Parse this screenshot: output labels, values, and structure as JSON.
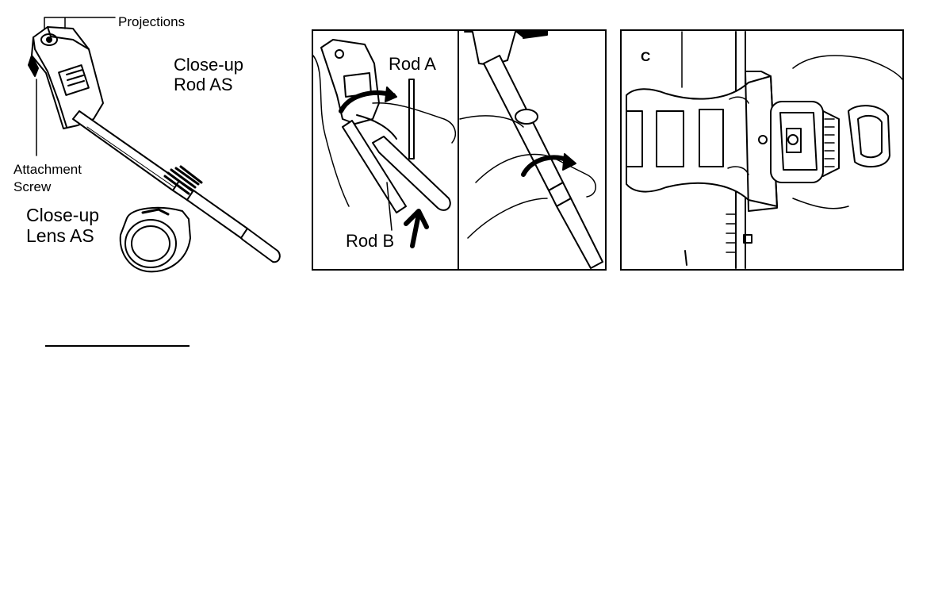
{
  "figure_left": {
    "projections_label": "Projections",
    "rod_title_line1": "Close-up",
    "rod_title_line2": "Rod AS",
    "screw_label_line1": "Attachment",
    "screw_label_line2": "Screw",
    "lens_title_line1": "Close-up",
    "lens_title_line2": "Lens AS"
  },
  "panel_ab": {
    "rod_a_label": "Rod A",
    "rod_b_label": "Rod B"
  },
  "panel_c": {
    "letter": "C"
  }
}
